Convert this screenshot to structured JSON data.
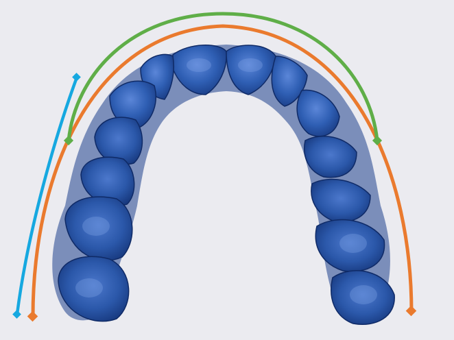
{
  "image": {
    "subject": "dental-arch-scan",
    "colors": {
      "background": "#ececf0",
      "tooth_fill": "#2f5fb4",
      "tooth_dark": "#1a3d86",
      "tooth_light": "#5b86d8",
      "arch_green": "#5fae48",
      "arch_orange": "#ea7a2e",
      "line_blue": "#16a8e0"
    },
    "markers": {
      "green_arc_ends": "diamond",
      "orange_arc_ends": "diamond",
      "blue_line_ends": "diamond"
    }
  }
}
